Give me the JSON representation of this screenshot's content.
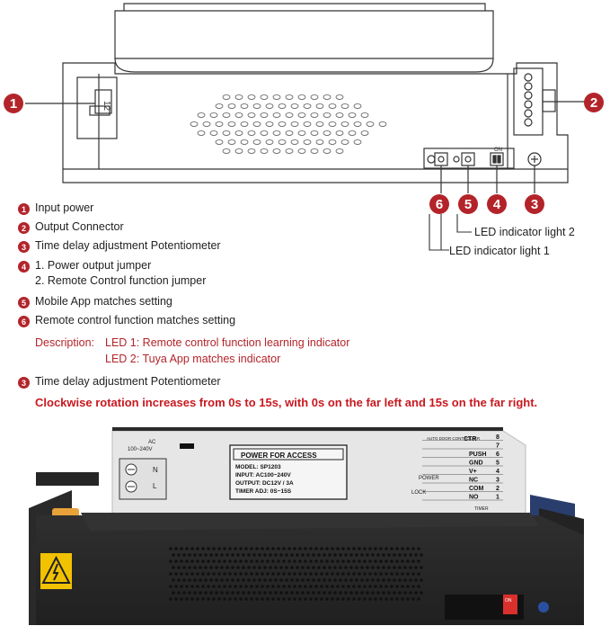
{
  "callouts": {
    "c1": "1",
    "c2": "2",
    "c3": "3",
    "c4": "4",
    "c5": "5",
    "c6": "6"
  },
  "diagram": {
    "connector_label": "12",
    "dip_label": "ON"
  },
  "led_labels": {
    "led2": "LED indicator light 2",
    "led1": "LED indicator light 1"
  },
  "legend": [
    {
      "num": "1",
      "lines": [
        "Input power"
      ]
    },
    {
      "num": "2",
      "lines": [
        "Output Connector"
      ]
    },
    {
      "num": "3",
      "lines": [
        "Time delay adjustment Potentiometer"
      ]
    },
    {
      "num": "4",
      "lines": [
        "1. Power output jumper",
        "2. Remote Control function jumper"
      ]
    },
    {
      "num": "5",
      "lines": [
        "Mobile App matches setting"
      ]
    },
    {
      "num": "6",
      "lines": [
        "Remote control function matches setting"
      ]
    }
  ],
  "description": {
    "prefix": "Description:",
    "line1": "LED 1: Remote control function learning indicator",
    "line2": "LED 2: Tuya App matches indicator"
  },
  "time_delay": {
    "num": "3",
    "title": "Time delay adjustment Potentiometer",
    "note": "Clockwise rotation increases from 0s to 15s, with 0s on the far left and 15s on the far right."
  },
  "device_photo": {
    "ac_label": "AC",
    "ac_range": "100~240V",
    "panel_title": "POWER FOR ACCESS",
    "model": "MODEL: SP1203",
    "input": "INPUT: AC100~240V",
    "output": "OUTPUT: DC12V / 3A",
    "timer": "TIMER ADJ: 0S~15S",
    "n_label": "N",
    "l_label": "L",
    "auto_door": "AUTO DOOR CONTROLLER",
    "terminals": [
      "CTR",
      "PUSH",
      "GND",
      "V+",
      "NC",
      "COM",
      "NO"
    ],
    "terminal_numbers": [
      "8",
      "7",
      "6",
      "5",
      "4",
      "3",
      "2",
      "1"
    ],
    "power_label": "POWER",
    "lock_label": "LOCK",
    "timer_label": "TIMER",
    "on_label": "ON"
  },
  "colors": {
    "badge": "#b3242a",
    "description": "#b3242a",
    "note": "#c8181f",
    "device_body": "#2b2b2b",
    "panel": "#ececec"
  }
}
